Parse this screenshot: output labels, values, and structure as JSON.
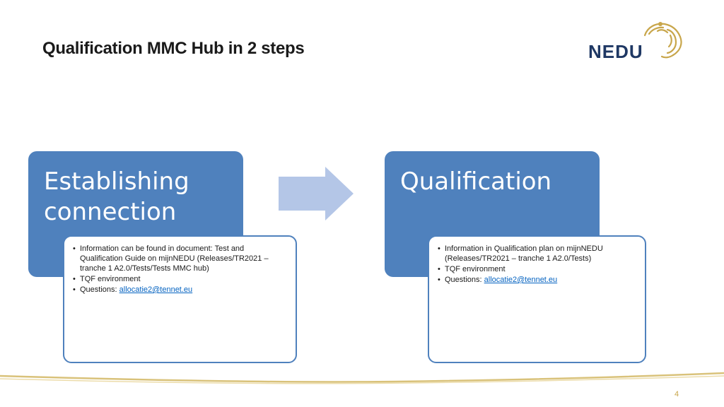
{
  "header": {
    "title": "Qualification MMC Hub in 2 steps",
    "logo_text": "NEDU"
  },
  "colors": {
    "step_box": "#4f81bd",
    "arrow": "#b4c6e7",
    "logo_blue": "#1f3864",
    "accent_gold": "#c8a64b",
    "link": "#0563c1"
  },
  "steps": [
    {
      "title_line1": "Establishing",
      "title_line2": "connection",
      "bullets": [
        "Information can be found in document: Test and Qualification Guide on mijnNEDU (Releases/TR2021 – tranche 1 A2.0/Tests/Tests MMC hub)",
        "TQF environment"
      ],
      "questions_label": "Questions: ",
      "questions_email": "allocatie2@tennet.eu"
    },
    {
      "title_line1": "Qualification",
      "bullets": [
        "Information in Qualification plan on mijnNEDU (Releases/TR2021 – tranche 1 A2.0/Tests)",
        "TQF environment"
      ],
      "questions_label": "Questions: ",
      "questions_email": "allocatie2@tennet.eu"
    }
  ],
  "arrow_icon": "right-arrow-icon",
  "footer": {
    "page_number": "4"
  }
}
